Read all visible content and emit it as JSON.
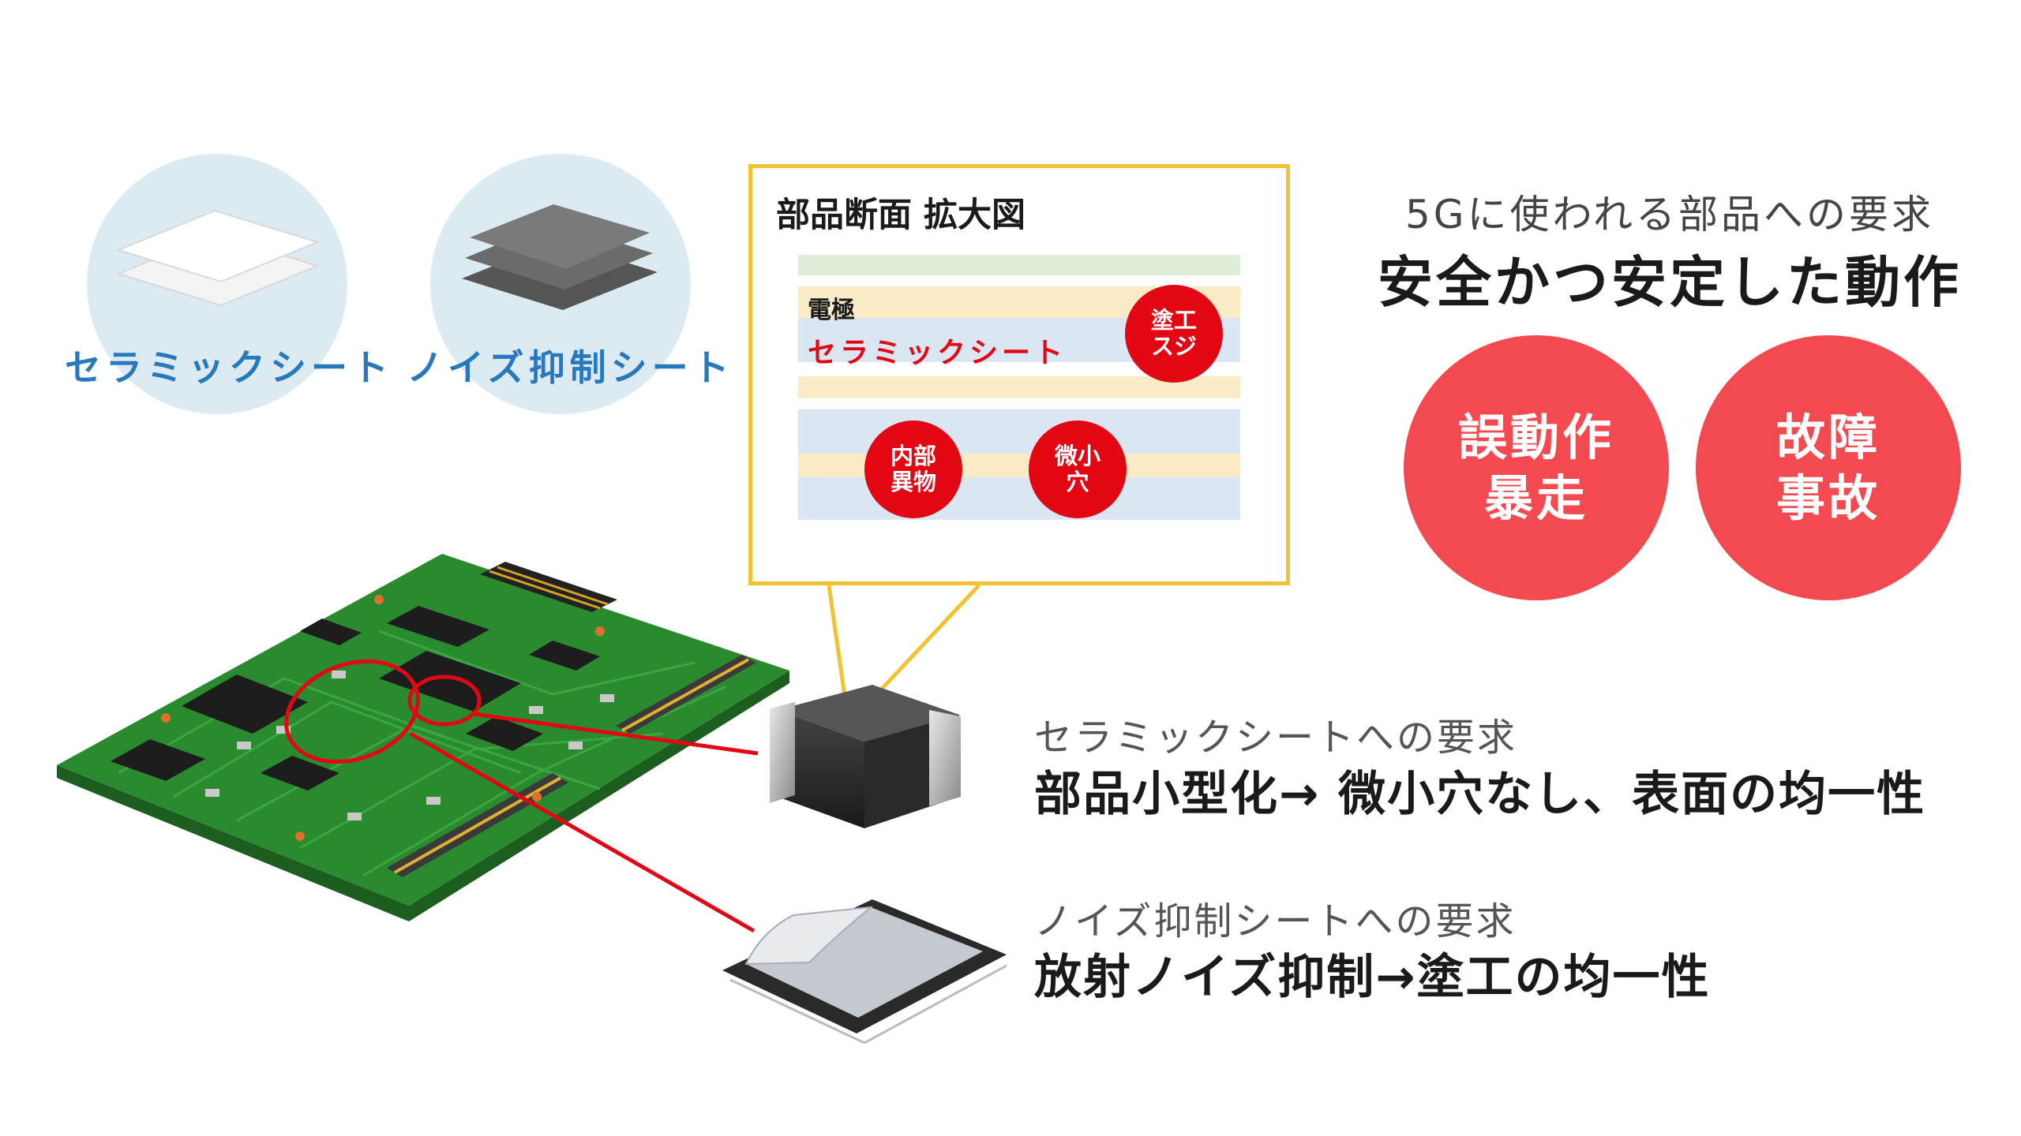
{
  "products": {
    "ceramic_sheet": "セラミックシート",
    "noise_sheet": "ノイズ抑制シート"
  },
  "zoom": {
    "title": "部品断面 拡大図",
    "electrode_label": "電極",
    "ceramic_label": "セラミックシート",
    "defect_coating_line": "塗工スジ",
    "defect_foreign_matter": "内部異物",
    "defect_micro_hole": "微小穴"
  },
  "requirement_heading": {
    "subtitle": "5Gに使われる部品への要求",
    "title": "安全かつ安定した動作"
  },
  "risks": [
    {
      "line1": "誤動作",
      "line2": "暴走"
    },
    {
      "line1": "故障",
      "line2": "事故"
    }
  ],
  "ceramic_requirement": {
    "subtitle": "セラミックシートへの要求",
    "detail": "部品小型化→ 微小穴なし、表面の均一性"
  },
  "noise_requirement": {
    "subtitle": "ノイズ抑制シートへの要求",
    "detail": "放射ノイズ抑制→塗工の均一性"
  },
  "colors": {
    "accent_red": "#e30613",
    "risk_red": "#f24a50",
    "callout_yellow": "#f2c230",
    "label_blue": "#2878be",
    "pcb_green": "#2a8a2e"
  }
}
